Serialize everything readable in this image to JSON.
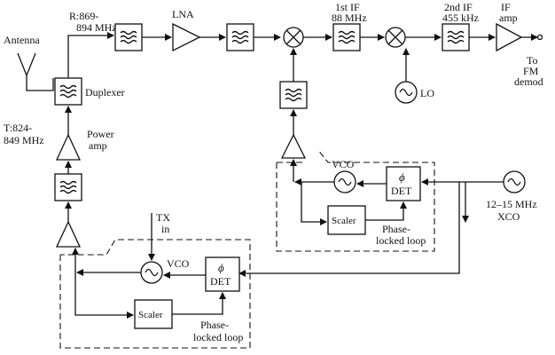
{
  "labels": {
    "antenna": "Antenna",
    "rx_band_1": "R:869-",
    "rx_band_2": "894 MHz",
    "duplexer": "Duplexer",
    "tx_band_1": "T:824-",
    "tx_band_2": "849 MHz",
    "power_amp_1": "Power",
    "power_amp_2": "amp",
    "lna": "LNA",
    "if1_1": "1st IF",
    "if1_2": "88 MHz",
    "if2_1": "2nd IF",
    "if2_2": "455 kHz",
    "ifamp_1": "IF",
    "ifamp_2": "amp",
    "to_1": "To",
    "to_2": "FM",
    "to_3": "demod",
    "lo": "LO",
    "vco_rx": "VCO",
    "phi_rx": "ϕ",
    "det_rx": "DET",
    "scaler_rx": "Scaler",
    "pll_rx_1": "Phase-",
    "pll_rx_2": "locked loop",
    "xco_1": "12–15 MHz",
    "xco_2": "XCO",
    "txin_1": "TX",
    "txin_2": "in",
    "vco_tx": "VCO",
    "phi_tx": "ϕ",
    "det_tx": "DET",
    "scaler_tx": "Scaler",
    "pll_tx_1": "Phase-",
    "pll_tx_2": "locked loop"
  }
}
